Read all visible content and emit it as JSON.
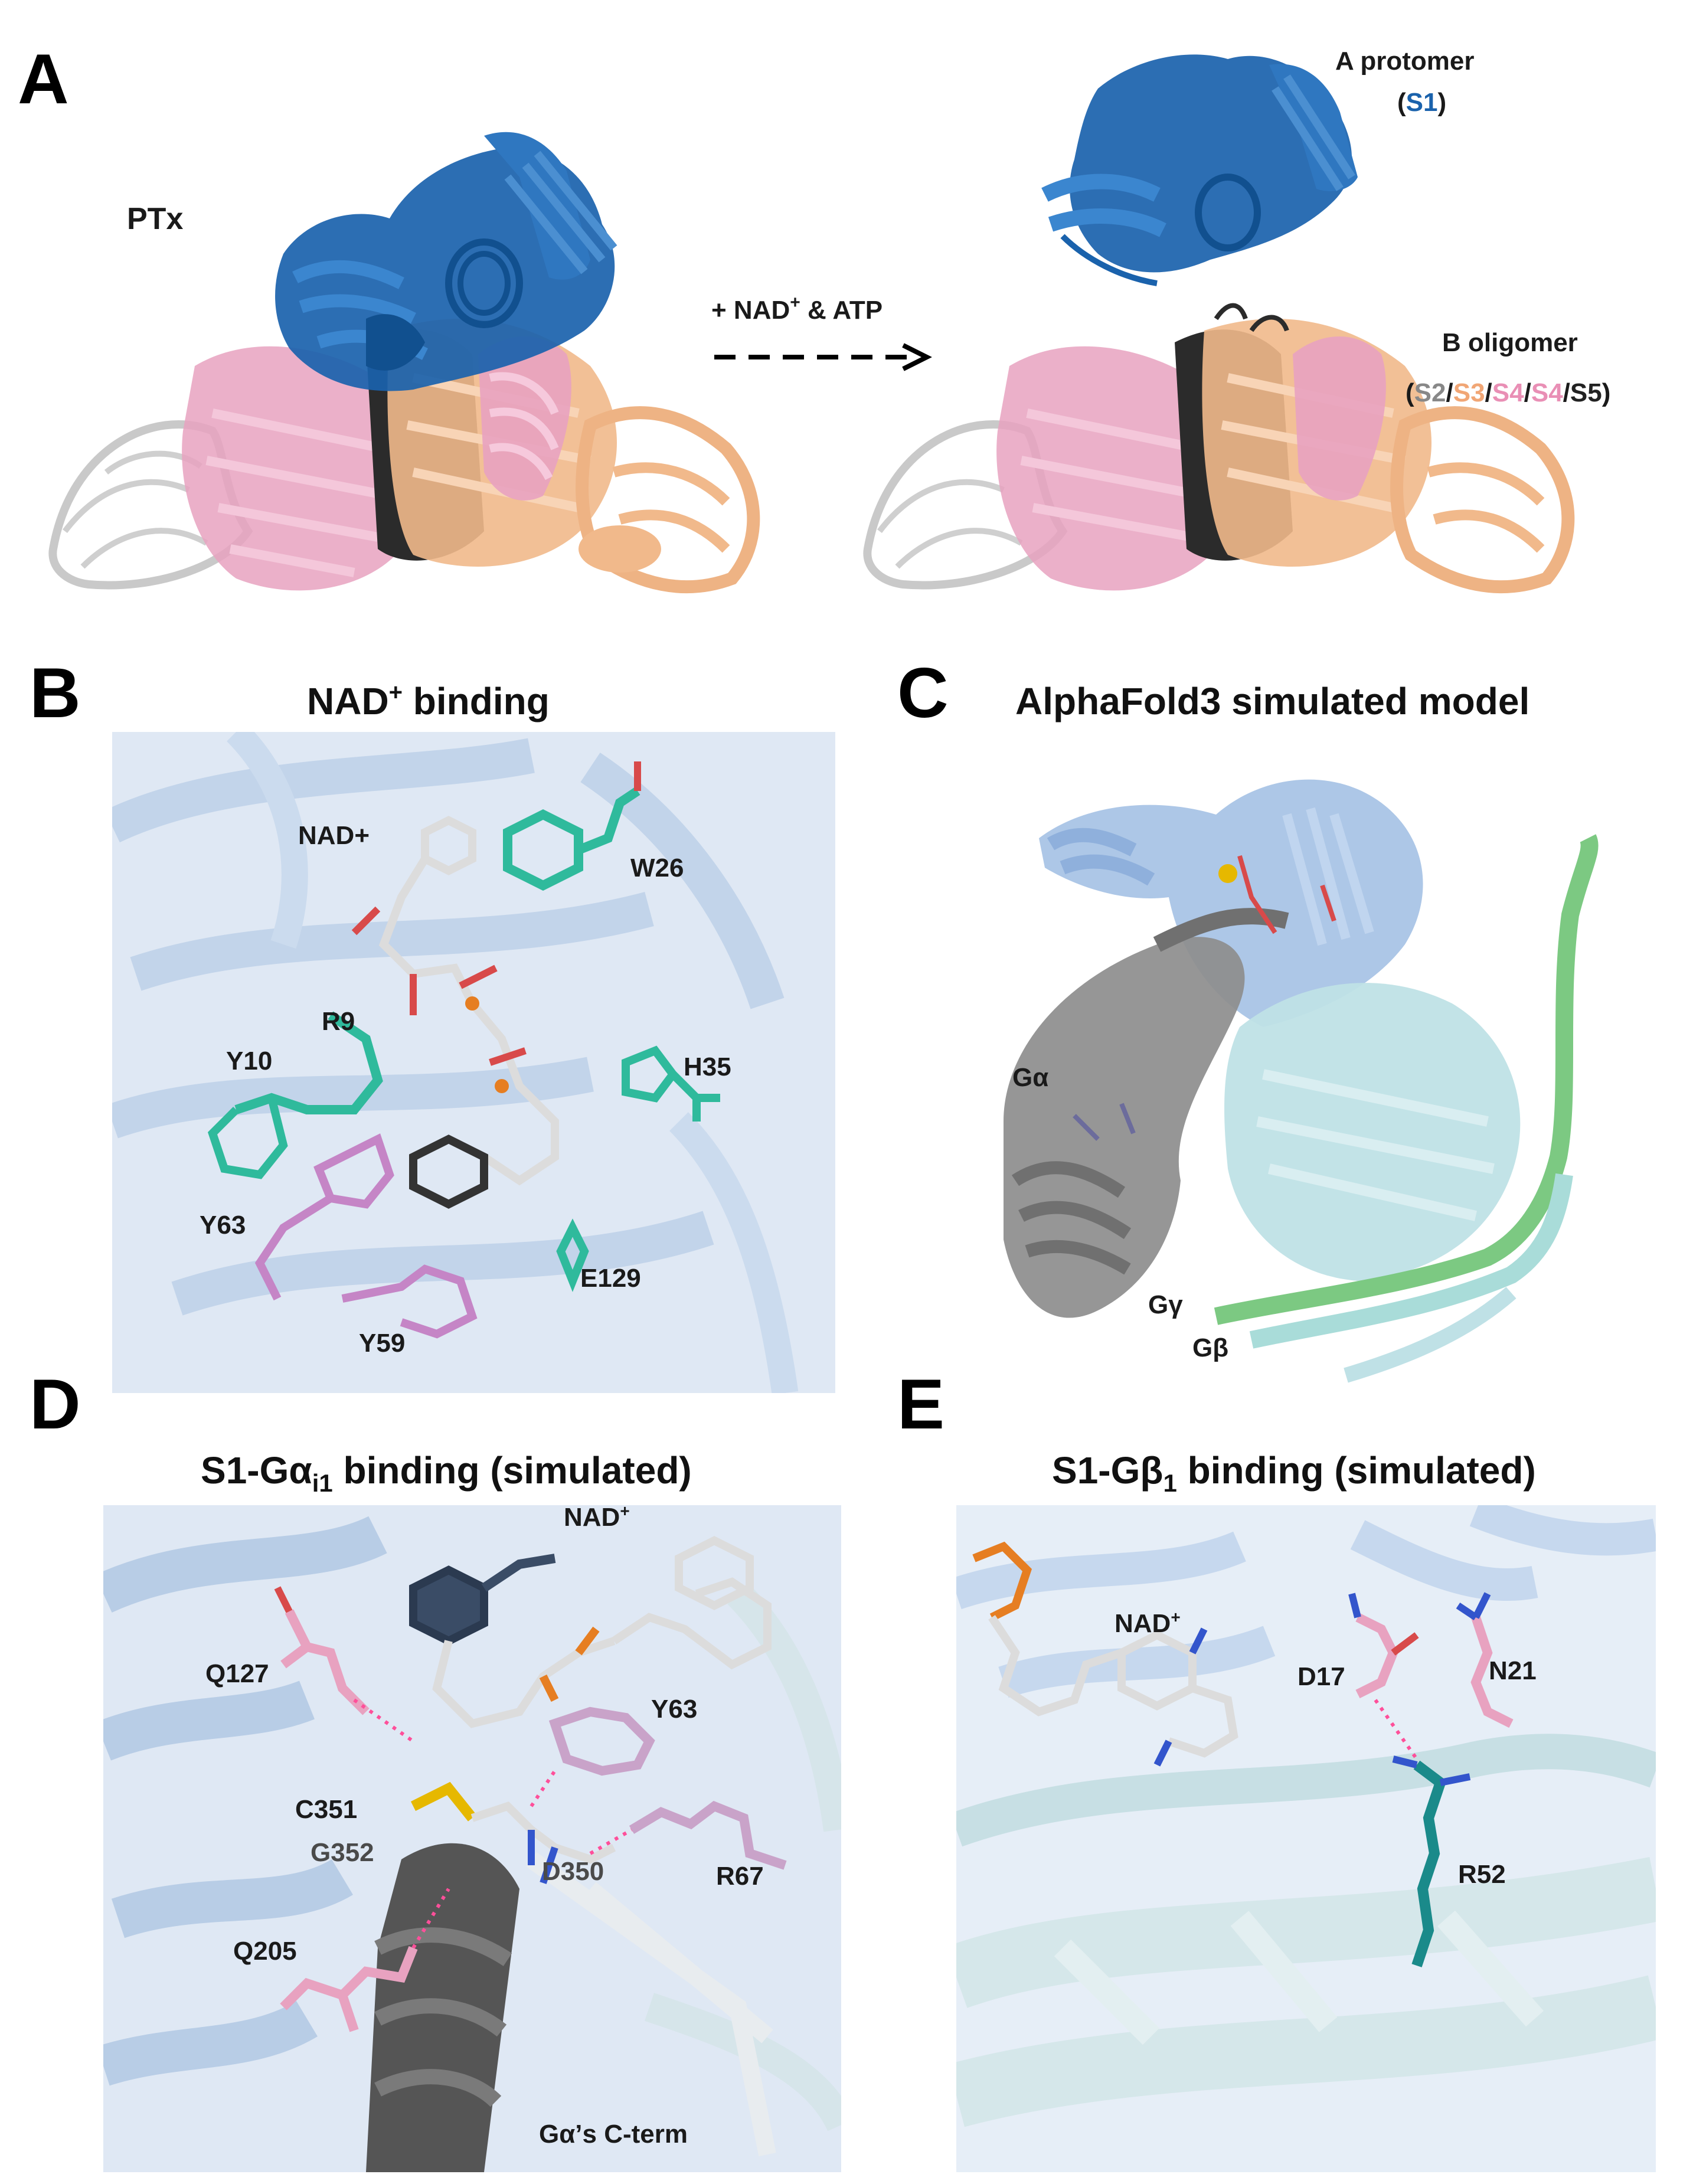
{
  "colors": {
    "s1_blue": "#1a62ac",
    "light_blue": "#a9c4e6",
    "pale_cyan": "#bfe1e6",
    "pink": "#e8a2c0",
    "peach": "#f1b98b",
    "gray": "#d0d0d0",
    "dark": "#2b2b2b",
    "teal": "#2fba9c",
    "violet": "#c585c6",
    "green": "#7cc982",
    "cys_yellow": "#e6b800",
    "c351_label": "#f0a500",
    "s2": "#888888",
    "s3": "#f1a675",
    "s4": "#e98fb5",
    "s5": "#222222"
  },
  "panelA": {
    "letter": "A",
    "ptx_label": "PTx",
    "arrow_label_prefix": "+ NAD",
    "arrow_label_sup": "+",
    "arrow_label_suffix": " & ATP",
    "a_protomer_label": "A protomer",
    "a_protomer_open": "(",
    "a_protomer_s1": "S1",
    "a_protomer_close": ")",
    "b_oligomer_label": "B oligomer",
    "b_open": "(",
    "b_s2": "S2",
    "b_s3": "S3",
    "b_s4a": "S4",
    "b_s4b": "S4",
    "b_s5": "S5",
    "b_sep": "/",
    "b_close": ")"
  },
  "panelB": {
    "letter": "B",
    "title_prefix": "NAD",
    "title_sup": "+",
    "title_suffix": " binding",
    "labels": {
      "nad": "NAD+",
      "w26": "W26",
      "r9": "R9",
      "y10": "Y10",
      "h35": "H35",
      "y63": "Y63",
      "e129": "E129",
      "y59": "Y59"
    }
  },
  "panelC": {
    "letter": "C",
    "title": "AlphaFold3 simulated model",
    "labels": {
      "galpha": "Gα",
      "ggamma": "Gγ",
      "gbeta": "Gβ"
    }
  },
  "panelD": {
    "letter": "D",
    "title_prefix": "S1-Gα",
    "title_sub": "i1",
    "title_suffix": " binding (simulated)",
    "labels": {
      "nad_prefix": "NAD",
      "nad_sup": "+",
      "q127": "Q127",
      "y63": "Y63",
      "c351": "C351",
      "g352": "G352",
      "d350": "D350",
      "r67": "R67",
      "q205": "Q205",
      "cterm": "Gα’s C-term"
    }
  },
  "panelE": {
    "letter": "E",
    "title_prefix": "S1-Gβ",
    "title_sub": "1",
    "title_suffix": " binding (simulated)",
    "labels": {
      "nad_prefix": "NAD",
      "nad_sup": "+",
      "d17": "D17",
      "n21": "N21",
      "r52": "R52"
    }
  }
}
